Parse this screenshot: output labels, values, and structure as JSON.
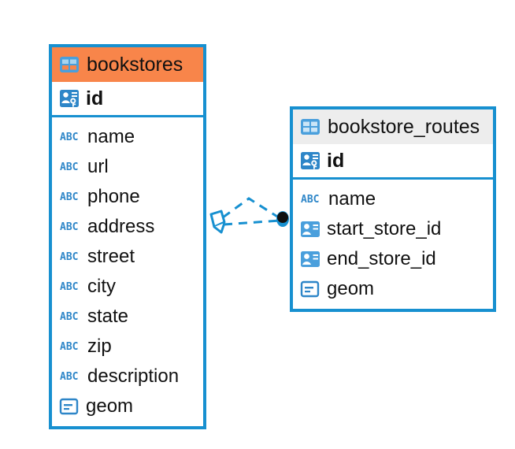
{
  "diagram": {
    "type": "entity-relationship-diagram",
    "background_color": "#ffffff",
    "accent_color": "#1790d0",
    "highlight_color": "#f8854a",
    "header_gray": "#ededed",
    "icon_blue": "#4a9fdc",
    "abc_blue": "#2e86c8"
  },
  "entities": [
    {
      "name": "bookstores",
      "header_style": "accent-orange",
      "table_icon": "table-icon-orange",
      "primary_key": {
        "label": "id",
        "icon": "primary-key-icon"
      },
      "fields": [
        {
          "label": "name",
          "icon": "abc-text-icon",
          "type": "text"
        },
        {
          "label": "url",
          "icon": "abc-text-icon",
          "type": "text"
        },
        {
          "label": "phone",
          "icon": "abc-text-icon",
          "type": "text"
        },
        {
          "label": "address",
          "icon": "abc-text-icon",
          "type": "text"
        },
        {
          "label": "street",
          "icon": "abc-text-icon",
          "type": "text"
        },
        {
          "label": "city",
          "icon": "abc-text-icon",
          "type": "text"
        },
        {
          "label": "state",
          "icon": "abc-text-icon",
          "type": "text"
        },
        {
          "label": "zip",
          "icon": "abc-text-icon",
          "type": "text"
        },
        {
          "label": "description",
          "icon": "abc-text-icon",
          "type": "text"
        },
        {
          "label": "geom",
          "icon": "geometry-icon",
          "type": "geometry"
        }
      ]
    },
    {
      "name": "bookstore_routes",
      "header_style": "accent-gray",
      "table_icon": "table-icon-blue",
      "primary_key": {
        "label": "id",
        "icon": "primary-key-icon"
      },
      "fields": [
        {
          "label": "name",
          "icon": "abc-text-icon",
          "type": "text"
        },
        {
          "label": "start_store_id",
          "icon": "foreign-key-icon",
          "type": "reference"
        },
        {
          "label": "end_store_id",
          "icon": "foreign-key-icon",
          "type": "reference"
        },
        {
          "label": "geom",
          "icon": "geometry-icon",
          "type": "geometry"
        }
      ]
    }
  ],
  "relationship": {
    "source_entity": "bookstores",
    "target_entity": "bookstore_routes",
    "source_marker": "diamond-many-marker",
    "target_marker": "filled-dot-marker",
    "line_style": "dashed",
    "line_color": "#1790d0"
  }
}
